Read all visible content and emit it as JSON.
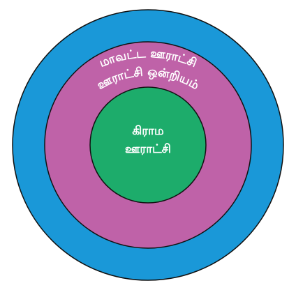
{
  "diagram": {
    "rings": [
      {
        "id": "outer",
        "label": "மாவட்ட ஊராட்சி",
        "color": "#1A98D8"
      },
      {
        "id": "middle",
        "label": "ஊராட்சி ஒன்றியம்",
        "color": "#BF62A8"
      },
      {
        "id": "inner",
        "label_line1": "கிராம",
        "label_line2": "ஊராட்சி",
        "color": "#1DAC6B"
      }
    ],
    "outline_color": "#111111"
  }
}
